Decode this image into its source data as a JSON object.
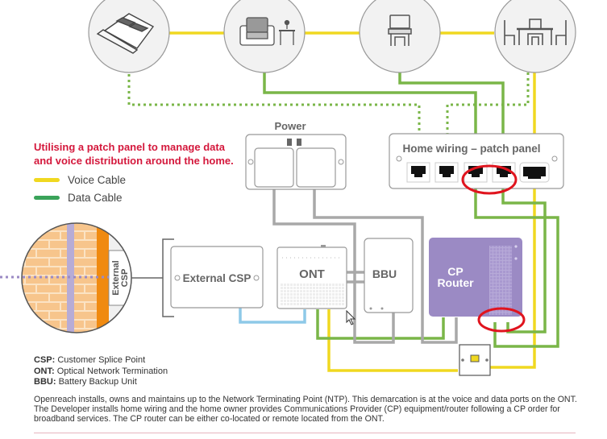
{
  "heading": {
    "line1": "Utilising a patch panel to manage data",
    "line2": "and voice distribution around the home."
  },
  "legend": [
    {
      "label": "Voice Cable",
      "color": "#f0d820"
    },
    {
      "label": "Data Cable",
      "color": "#3aa35a"
    }
  ],
  "rooms": [
    {
      "name": "bedroom",
      "icon": "bed-icon"
    },
    {
      "name": "living-room",
      "icon": "armchair-icon"
    },
    {
      "name": "study",
      "icon": "desk-computer-icon"
    },
    {
      "name": "dining-room",
      "icon": "dining-table-icon"
    }
  ],
  "devices": {
    "power": {
      "label": "Power"
    },
    "patch_panel": {
      "label": "Home wiring – patch panel",
      "ports": 5
    },
    "wall_csp": {
      "label_line1": "External",
      "label_line2": "CSP"
    },
    "external_csp": {
      "label": "External CSP"
    },
    "ont": {
      "label": "ONT"
    },
    "bbu": {
      "label": "BBU"
    },
    "router": {
      "label_line1": "CP",
      "label_line2": "Router"
    }
  },
  "abbreviations": [
    {
      "abbr": "CSP:",
      "meaning": "Customer Splice Point"
    },
    {
      "abbr": "ONT:",
      "meaning": "Optical Network Termination"
    },
    {
      "abbr": "BBU:",
      "meaning": "Battery Backup Unit"
    }
  ],
  "description": "Openreach installs, owns and maintains up to the Network Terminating Point (NTP). This demarcation is at the voice and data ports on the ONT. The Developer installs home wiring and the home owner provides Communications Provider (CP) equipment/router following a CP order for broadband services. The CP router can be either co-located or remote located from the ONT.",
  "colors": {
    "voice": "#f0d820",
    "data": "#7ab648",
    "power": "#a8a8a8",
    "fibre": "#8ec9e8",
    "router": "#9b8ac4",
    "highlight": "#e0141e",
    "heading": "#d4183c"
  }
}
